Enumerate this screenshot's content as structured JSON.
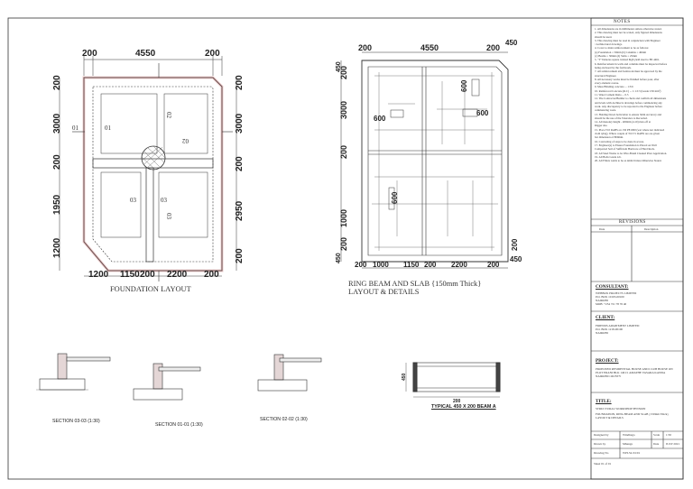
{
  "foundation": {
    "title": "FOUNDATION LAYOUT",
    "dims_top": [
      "200",
      "4550",
      "200"
    ],
    "dims_left": [
      "200",
      "3000",
      "200",
      "1950",
      "1200"
    ],
    "dims_right": [
      "200",
      "3000",
      "200",
      "2950",
      "200"
    ],
    "dims_bottom": [
      "1200",
      "1150",
      "200",
      "2200",
      "200"
    ],
    "section_marks": [
      "01",
      "01",
      "02",
      "02",
      "03",
      "03",
      "03"
    ]
  },
  "ring_beam": {
    "title_line1": "RING BEAM AND SLAB {150mm Thick}",
    "title_line2": "LAYOUT & DETAILS",
    "dims_top": [
      "200",
      "4550",
      "200",
      "450"
    ],
    "dims_left": [
      "200",
      "3000",
      "200",
      "1000",
      "200"
    ],
    "dims_bottom": [
      "200",
      "1000",
      "1150",
      "200",
      "2200",
      "200"
    ],
    "dims_right": [
      "200",
      "450"
    ],
    "inner_dims": [
      "600",
      "600",
      "600",
      "600"
    ],
    "dims_extra": [
      "450",
      "450"
    ]
  },
  "sections": [
    {
      "title": "SECTION 03-03 (1:30)"
    },
    {
      "title": "SECTION 01-01 (1:30)"
    },
    {
      "title": "SECTION 02-02 (1:30)"
    }
  ],
  "beam": {
    "title": "TYPICAL 450 X 200 BEAM A",
    "dim_left": "450",
    "dim_bottom": "200"
  },
  "title_block": {
    "notes_title": "NOTES",
    "notes": [
      "1. All dimensions are in millimeters unless otherwise stated.",
      "2. This drawing must not be scaled, only figured dimensions",
      "should be used.",
      "3. This drawing must be read in conjunction with Engineer",
      "/ Architectural drawings.",
      "4. Cover to main reinforcement to be as follows:",
      "(a) Foundation = 50mm (b) Columns = 40mm",
      "(c) Beams = 30mm (d) Slabs = 25mm",
      "5. \"T\" Denotes square twisted high yield steel to BS 4461.",
      "6. Reinforcement in walls and columns must be inspected before",
      "being enclosed by the formwork.",
      "7. All reinforcement and formwork must be approved by the",
      "structural Engineer.",
      "8. All necessary works must be finished before pour, after",
      "every element course.",
      "9. Mass Blinding concrete ... 1:3:6",
      "10. Reinforced Concrete (R.C) ... 1:1.5:3 (Grade C30 mm²)",
      "11. Water Cement Ratio ... 0.5",
      "12. The Contractor/Builder to check and confirm all dimensions",
      "and levels with Architects drawings before commencing any",
      "work. Any discrepancy to be reported to the Engineer before",
      "commencing work.",
      "13. Holding Down bolts/rebar to ensure 3mm Accuracy and",
      "should be the use of the Tolerance to Recorded.",
      "14. All masonry height - 400mm (4.10) max off at",
      "Rigger site.",
      "15. Place T10 RABS on 150 PE1000 (wet where not indicated",
      "cloth tying). Where couple of T10 T1 RABS are are given",
      "bar dimension of 800mm.",
      "16. Concreting of steps to be done in access.",
      "17. Engineer(s) to Ensure Foundation is Placed on Well",
      "Compacted Soil of Sufficient Hardcore of Hard Rock.",
      "18. All Steel Works to be Wire-Brush Cleaned Prior Application.",
      "19. All Bolts Grade 4.6.",
      "20. All Fillets welds to be as 4mm Unless Otherwise Stated."
    ],
    "revisions_title": "REVISIONS",
    "rev_date_label": "Date",
    "rev_desc_label": "Description",
    "consultant_title": "CONSULTANT:",
    "consultant_lines": [
      "WEBBOX PROJECTS LIMITED",
      "P.O. BOX 10193-00100",
      "NAIROBI",
      "MOB: +254 721 78 76 40"
    ],
    "client_title": "CLIENT:",
    "client_lines": [
      "FRIENDS APARTMENT LIMITED",
      "P.O. BOX 1218-00100",
      "NAIROBI"
    ],
    "project_title": "PROJECT:",
    "project_lines": [
      "PROPOSED RESIDENTIAL HOUSE AND CLUB HOUSE ON",
      "PLOT ERANI BLK 1401/1 AMATHE VASARA KANDA",
      "NAIROBI COUNTY"
    ],
    "title_label": "TITLE:",
    "title_lines": [
      "STRUCTURAL WORKSHOP PENSION",
      "FOUNDATION, RING BEAM AND SLAB {150mm Thick}",
      "LAYOUT & DETAILS"
    ],
    "designed_by_label": "Designed by",
    "designed_by": "Windhaga",
    "scale_label": "Scale",
    "scale": "1:50",
    "drawn_by_label": "Drawn by",
    "drawn_by": "Mhunga",
    "date_label": "Date",
    "date": "JULY 2021",
    "drawing_no_label": "Drawing No",
    "drawing_no": "WPLSL/01/01",
    "sheet_label": "Sheet  01 of 01"
  }
}
